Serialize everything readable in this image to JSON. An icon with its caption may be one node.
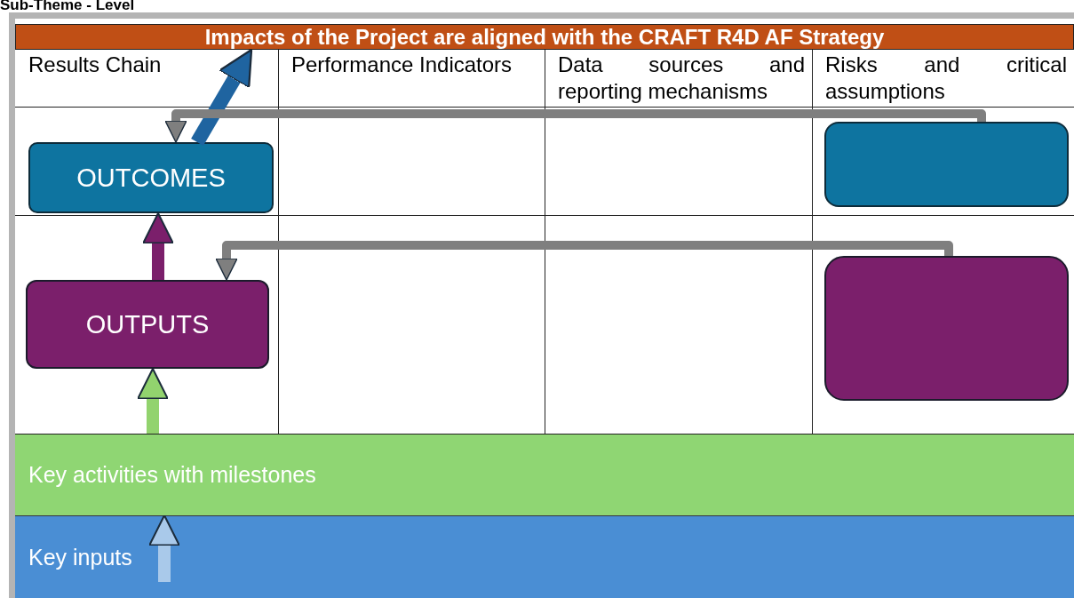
{
  "diagram": {
    "title": "Sub-Theme - Level",
    "nodes": [
      {
        "text": [
          "Impacts of the Project are aligned with the CRAFT R4D AF Strategy"
        ]
      },
      {
        "text": [
          "OUTCOMES"
        ]
      },
      {
        "text": [],
        "shape": "box"
      },
      {
        "text": [
          "OUTPUTS"
        ]
      },
      {
        "text": [],
        "shape": "box"
      },
      {
        "text": [
          "Key activities with milestones"
        ]
      },
      {
        "text": [
          "Key inputs"
        ]
      }
    ],
    "edges": [
      {
        "from": 1,
        "to": 0,
        "arrow": "to",
        "color": "#1f64a0"
      },
      {
        "from": 2,
        "to": 1,
        "arrow": "to",
        "color": "#7f7f7f"
      },
      {
        "from": 3,
        "to": 1,
        "arrow": "to",
        "color": "#7b1f6b"
      },
      {
        "from": 4,
        "to": 3,
        "arrow": "to",
        "color": "#7f7f7f"
      },
      {
        "from": 5,
        "to": 3,
        "arrow": "to",
        "color": "#92d36e"
      },
      {
        "from": 6,
        "to": 5,
        "arrow": "to",
        "color": "#a9c9ea"
      }
    ],
    "labels": [
      "Results Chain",
      "Performance Indicators",
      "Data sources and reporting mechanisms",
      "Risks and critical assumptions"
    ]
  }
}
